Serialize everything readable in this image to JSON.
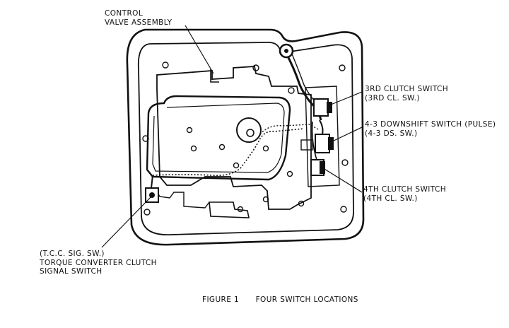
{
  "labels": {
    "control_valve": {
      "line1": "CONTROL",
      "line2": "VALVE ASSEMBLY"
    },
    "third_clutch": {
      "line1": "3RD CLUTCH SWITCH",
      "line2": "(3RD CL. SW.)"
    },
    "downshift": {
      "line1": "4-3 DOWNSHIFT SWITCH (PULSE)",
      "line2": "(4-3 DS. SW.)"
    },
    "fourth_clutch": {
      "line1": "4TH CLUTCH SWITCH",
      "line2": "(4TH CL. SW.)"
    },
    "tcc": {
      "line1": "(T.C.C. SIG. SW.)",
      "line2": "TORQUE CONVERTER CLUTCH",
      "line3": "SIGNAL SWITCH"
    }
  },
  "caption": {
    "figure": "FIGURE 1",
    "title": "FOUR SWITCH LOCATIONS"
  }
}
